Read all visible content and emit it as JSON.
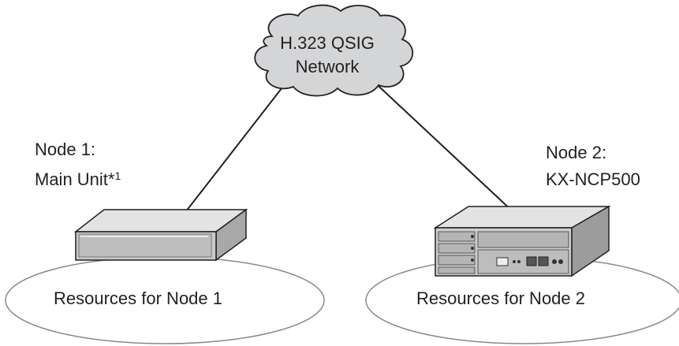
{
  "cloud": {
    "line1": "H.323 QSIG",
    "line2": "Network"
  },
  "node1": {
    "line1": "Node 1:",
    "line2_main": "Main Unit*",
    "line2_sup": "1",
    "resources": "Resources for Node 1"
  },
  "node2": {
    "line1": "Node 2:",
    "line2": "KX-NCP500",
    "resources": "Resources for Node 2"
  },
  "colors": {
    "stroke": "#231f20",
    "cloud_fill": "#d4d5d6",
    "device_front": "#c9c9c9",
    "device_top": "#e3e3e3"
  }
}
